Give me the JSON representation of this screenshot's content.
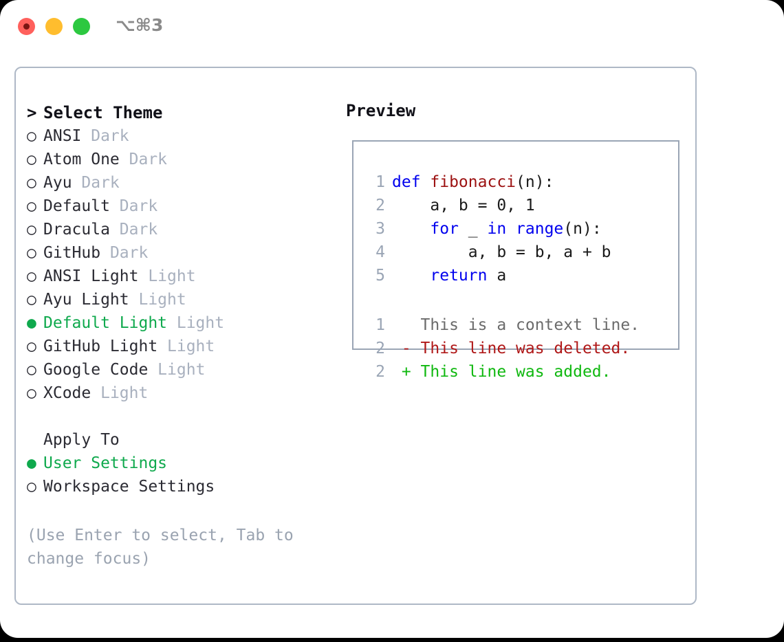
{
  "titlebar": {
    "shortcut": "⌥⌘3",
    "buttons": {
      "close": "close",
      "minimize": "minimize",
      "maximize": "maximize"
    }
  },
  "theme_list": {
    "heading_marker": ">",
    "heading": "Select Theme",
    "markers": {
      "selected": "●",
      "unselected": "○"
    },
    "selected_color": "#0fa94d",
    "items": [
      {
        "name": "ANSI",
        "badge": "Dark",
        "selected": false
      },
      {
        "name": "Atom One",
        "badge": "Dark",
        "selected": false
      },
      {
        "name": "Ayu",
        "badge": "Dark",
        "selected": false
      },
      {
        "name": "Default",
        "badge": "Dark",
        "selected": false
      },
      {
        "name": "Dracula",
        "badge": "Dark",
        "selected": false
      },
      {
        "name": "GitHub",
        "badge": "Dark",
        "selected": false
      },
      {
        "name": "ANSI Light",
        "badge": "Light",
        "selected": false
      },
      {
        "name": "Ayu Light",
        "badge": "Light",
        "selected": false
      },
      {
        "name": "Default Light",
        "badge": "Light",
        "selected": true
      },
      {
        "name": "GitHub Light",
        "badge": "Light",
        "selected": false
      },
      {
        "name": "Google Code",
        "badge": "Light",
        "selected": false
      },
      {
        "name": "XCode",
        "badge": "Light",
        "selected": false
      }
    ]
  },
  "apply_to": {
    "label": "Apply To",
    "items": [
      {
        "name": "User Settings",
        "selected": true
      },
      {
        "name": "Workspace Settings",
        "selected": false
      }
    ]
  },
  "hint": "(Use Enter to select, Tab to change focus)",
  "preview": {
    "title": "Preview",
    "code_lines": [
      {
        "num": "1",
        "tokens": [
          {
            "t": "def ",
            "c": "kw"
          },
          {
            "t": "fibonacci",
            "c": "fn"
          },
          {
            "t": "(n):",
            "c": "plain"
          }
        ]
      },
      {
        "num": "2",
        "tokens": [
          {
            "t": "    a, b = 0, 1",
            "c": "plain"
          }
        ]
      },
      {
        "num": "3",
        "tokens": [
          {
            "t": "    ",
            "c": "plain"
          },
          {
            "t": "for",
            "c": "kw"
          },
          {
            "t": " _ ",
            "c": "plain"
          },
          {
            "t": "in",
            "c": "kw"
          },
          {
            "t": " ",
            "c": "plain"
          },
          {
            "t": "range",
            "c": "kw"
          },
          {
            "t": "(n):",
            "c": "plain"
          }
        ]
      },
      {
        "num": "4",
        "tokens": [
          {
            "t": "        a, b = b, a + b",
            "c": "plain"
          }
        ]
      },
      {
        "num": "5",
        "tokens": [
          {
            "t": "    ",
            "c": "plain"
          },
          {
            "t": "return",
            "c": "kw"
          },
          {
            "t": " a",
            "c": "plain"
          }
        ]
      }
    ],
    "diff_lines": [
      {
        "num": "1",
        "sign": " ",
        "text": "This is a context line.",
        "kind": "context"
      },
      {
        "num": "2",
        "sign": "-",
        "text": "This line was deleted.",
        "kind": "del"
      },
      {
        "num": "2",
        "sign": "+",
        "text": "This line was added.",
        "kind": "add"
      }
    ]
  },
  "colors": {
    "keyword": "#0000ee",
    "function": "#9c1111",
    "diff_add": "#10b810",
    "diff_del": "#b01818",
    "diff_context": "#6b6b6b",
    "accent_green": "#0fa94d",
    "badge_gray": "#a8b0be",
    "border": "#aeb8c6"
  }
}
